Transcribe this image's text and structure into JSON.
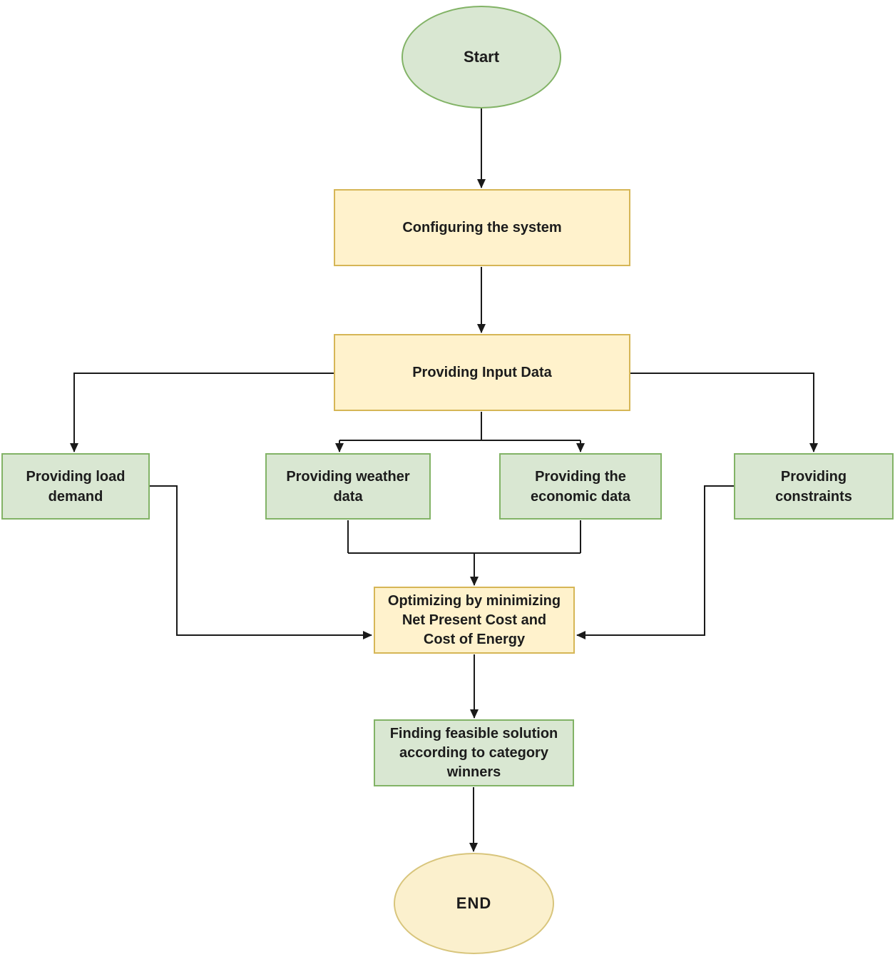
{
  "diagram": {
    "type": "flowchart",
    "nodes": {
      "start": {
        "label": "Start",
        "shape": "ellipse",
        "color": "green"
      },
      "configuring": {
        "label": "Configuring the system",
        "shape": "rect",
        "color": "yellow"
      },
      "input_data": {
        "label": "Providing Input Data",
        "shape": "rect",
        "color": "yellow"
      },
      "load_demand": {
        "label": "Providing load\ndemand",
        "shape": "rect",
        "color": "green"
      },
      "weather_data": {
        "label": "Providing weather\ndata",
        "shape": "rect",
        "color": "green"
      },
      "economic_data": {
        "label": "Providing the\neconomic data",
        "shape": "rect",
        "color": "green"
      },
      "constraints": {
        "label": "Providing\nconstraints",
        "shape": "rect",
        "color": "green"
      },
      "optimizing": {
        "label": "Optimizing by minimizing\nNet Present Cost and\nCost of Energy",
        "shape": "rect",
        "color": "yellow"
      },
      "feasible_solution": {
        "label": "Finding feasible solution\naccording to category\nwinners",
        "shape": "rect",
        "color": "green"
      },
      "end": {
        "label": "END",
        "shape": "ellipse",
        "color": "cream"
      }
    },
    "edges": [
      {
        "from": "start",
        "to": "configuring"
      },
      {
        "from": "configuring",
        "to": "input_data"
      },
      {
        "from": "input_data",
        "to": "load_demand"
      },
      {
        "from": "input_data",
        "to": "weather_data"
      },
      {
        "from": "input_data",
        "to": "economic_data"
      },
      {
        "from": "input_data",
        "to": "constraints"
      },
      {
        "from": "weather_data",
        "to": "optimizing"
      },
      {
        "from": "economic_data",
        "to": "optimizing"
      },
      {
        "from": "load_demand",
        "to": "optimizing"
      },
      {
        "from": "constraints",
        "to": "optimizing"
      },
      {
        "from": "optimizing",
        "to": "feasible_solution"
      },
      {
        "from": "feasible_solution",
        "to": "end"
      }
    ]
  },
  "colors": {
    "green_fill": "#d9e7d2",
    "green_border": "#82b366",
    "yellow_fill": "#fff2cc",
    "yellow_border": "#d6b656",
    "end_fill": "#fbf0cd",
    "end_border": "#d8c57c",
    "connector": "#1a1a1a",
    "text": "#1c1c1c"
  }
}
